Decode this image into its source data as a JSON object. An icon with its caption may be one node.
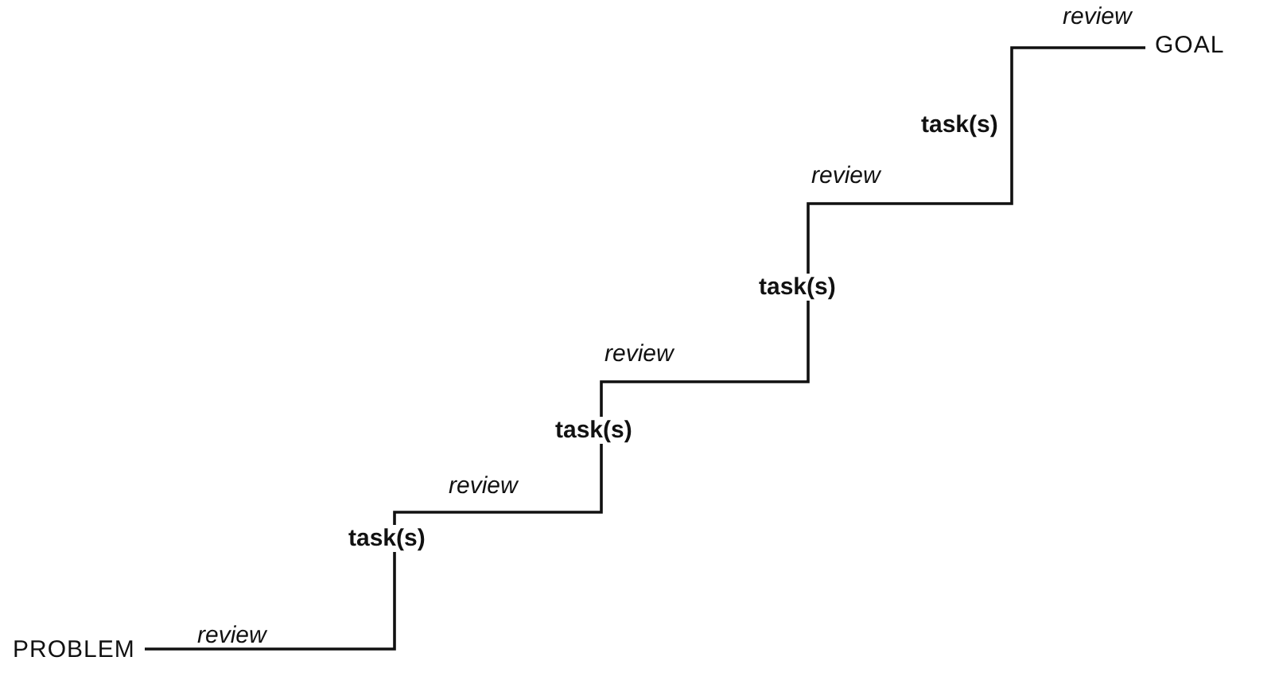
{
  "diagram": {
    "nodes": [
      {
        "text": [
          "PROBLEM"
        ]
      },
      {
        "text": [
          "GOAL"
        ]
      }
    ],
    "edges": [
      {
        "from": 0,
        "to": 1,
        "arrow": "none"
      }
    ],
    "labels": [
      "review",
      "task(s)",
      "review",
      "task(s)",
      "review",
      "task(s)",
      "review",
      "task(s)",
      "review"
    ]
  }
}
